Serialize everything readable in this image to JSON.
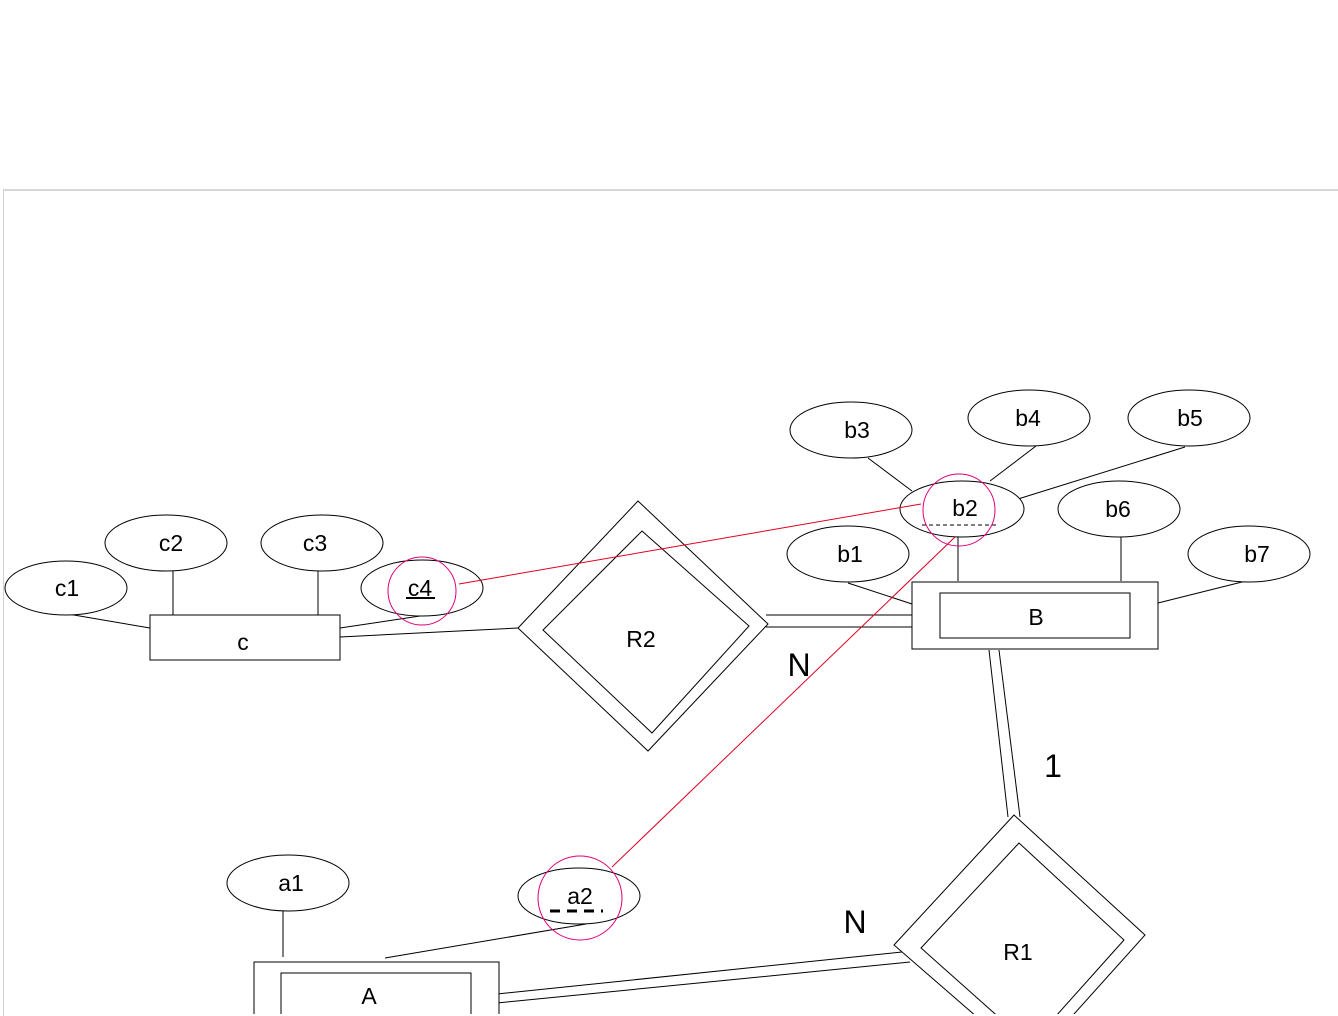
{
  "diagram": {
    "entities": {
      "A": "A",
      "B": "B",
      "C": "c"
    },
    "relationships": {
      "R1": "R1",
      "R2": "R2"
    },
    "attributes": {
      "a1": "a1",
      "a2": "a2",
      "b1": "b1",
      "b2": "b2",
      "b3": "b3",
      "b4": "b4",
      "b5": "b5",
      "b6": "b6",
      "b7": "b7",
      "c1": "c1",
      "c2": "c2",
      "c3": "c3",
      "c4": "c4"
    },
    "cardinalities": {
      "r2_b": "N",
      "r1_b": "1",
      "r1_a": "N"
    },
    "annotation_color": "#e0007a",
    "link_color": "#e00020"
  }
}
